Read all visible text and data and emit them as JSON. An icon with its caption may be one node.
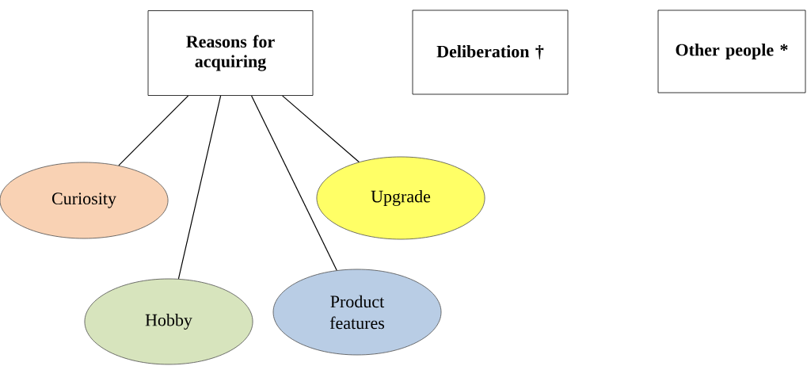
{
  "diagram": {
    "nodes": [
      {
        "text": [
          "Reasons for acquiring"
        ]
      },
      {
        "text": [
          "Deliberation †"
        ]
      },
      {
        "text": [
          "Other people *"
        ]
      },
      {
        "text": [
          "Curiosity"
        ]
      },
      {
        "text": [
          "Upgrade"
        ]
      },
      {
        "text": [
          "Hobby"
        ]
      },
      {
        "text": [
          "Product features"
        ]
      }
    ],
    "edges": [
      {
        "from": 0,
        "to": 3,
        "arrow": "none"
      },
      {
        "from": 0,
        "to": 5,
        "arrow": "none"
      },
      {
        "from": 0,
        "to": 6,
        "arrow": "none"
      },
      {
        "from": 0,
        "to": 4,
        "arrow": "none"
      }
    ]
  }
}
